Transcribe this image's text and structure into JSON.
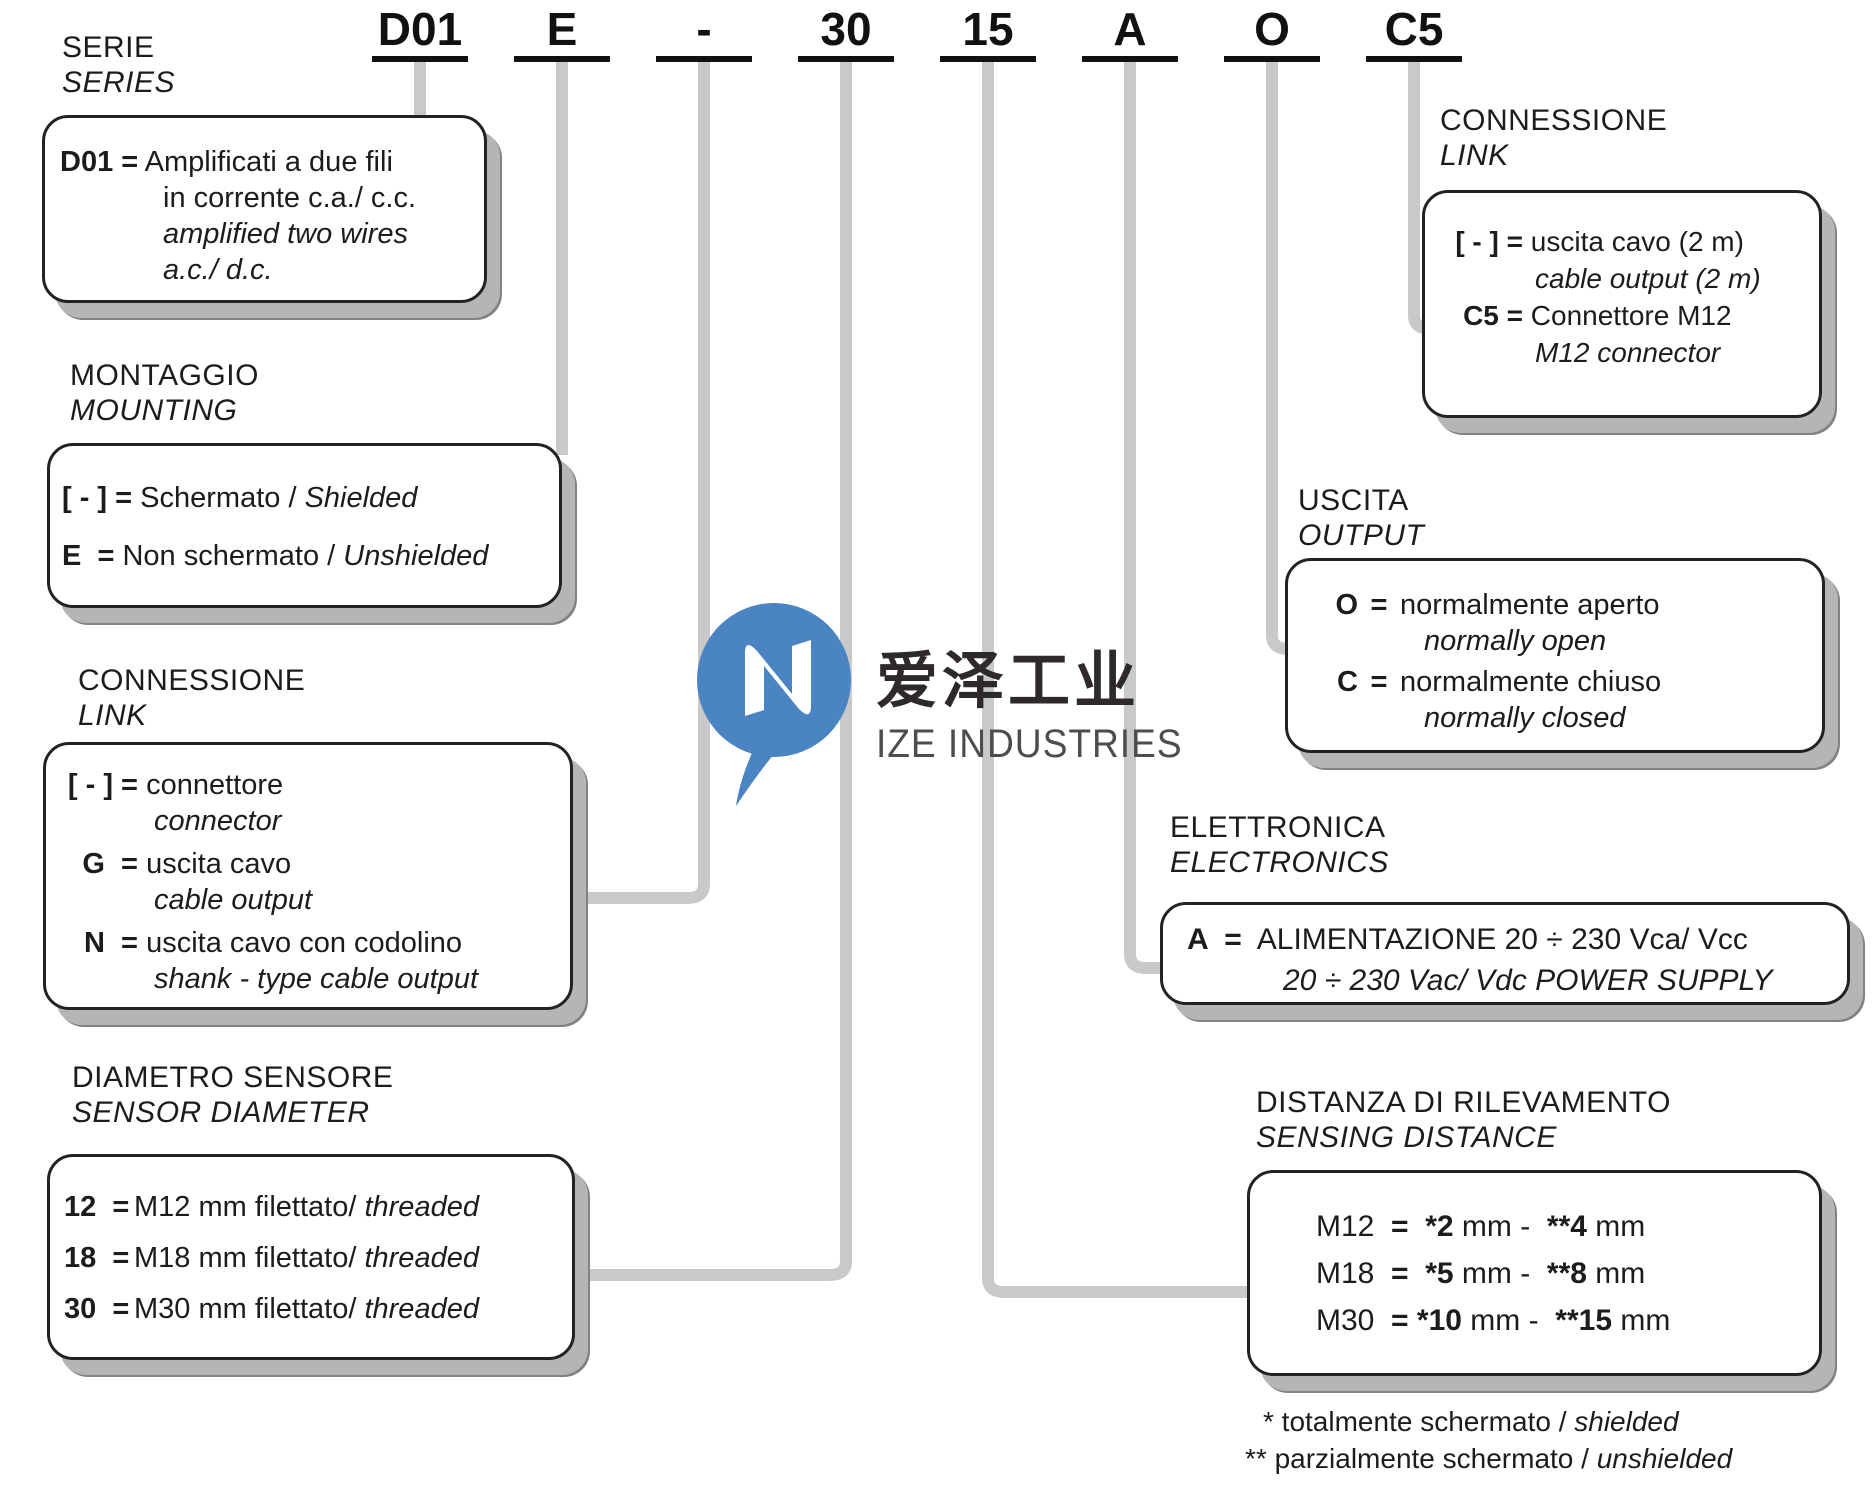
{
  "colors": {
    "line": "#c9c9c9",
    "ink": "#1c1c1c",
    "shadow": "#b5b5b5",
    "logo_blue": "#4a84c2"
  },
  "code_row": {
    "segments": [
      {
        "label": "D01"
      },
      {
        "label": "E"
      },
      {
        "label": "-"
      },
      {
        "label": "30"
      },
      {
        "label": "15"
      },
      {
        "label": "A"
      },
      {
        "label": "O"
      },
      {
        "label": "C5"
      }
    ]
  },
  "sections": {
    "serie": {
      "title": "SERIE",
      "subtitle": "SERIES",
      "box": {
        "key": "D01 =",
        "l1": "Amplificati a due fili",
        "l2": "in corrente c.a./ c.c.",
        "l3": "amplified two wires",
        "l4": "a.c./ d.c."
      }
    },
    "montaggio": {
      "title": "MONTAGGIO",
      "subtitle": "MOUNTING",
      "box": {
        "rows": [
          {
            "key": "[ - ] =",
            "text": "Schermato / ",
            "em": "Shielded"
          },
          {
            "key": "E  =",
            "text": "Non schermato / ",
            "em": "Unshielded"
          }
        ]
      }
    },
    "connessione_left": {
      "title": "CONNESSIONE",
      "subtitle": "LINK",
      "box": {
        "rows": [
          {
            "key": "[ - ] =",
            "text": "connettore",
            "sub": "connector"
          },
          {
            "key": "G  =",
            "text": " uscita cavo",
            "sub": "cable output"
          },
          {
            "key": "N  =",
            "text": "uscita cavo con  codolino",
            "sub": "shank - type cable output"
          }
        ]
      }
    },
    "diametro": {
      "title": "DIAMETRO SENSORE",
      "subtitle": "SENSOR DIAMETER",
      "box": {
        "rows": [
          {
            "key": "12  =",
            "text": "M12 mm filettato/ ",
            "em": "threaded"
          },
          {
            "key": "18  =",
            "text": "M18 mm filettato/ ",
            "em": "threaded"
          },
          {
            "key": "30  =",
            "text": "M30 mm filettato/ ",
            "em": "threaded"
          }
        ]
      }
    },
    "connessione_right": {
      "title": "CONNESSIONE",
      "subtitle": "LINK",
      "box": {
        "rows": [
          {
            "key": "[ - ] =",
            "text": "uscita cavo (2 m)",
            "sub": "cable output (2 m)"
          },
          {
            "key": "C5 =",
            "text": "Connettore M12",
            "sub": "M12 connector"
          }
        ]
      }
    },
    "uscita": {
      "title": "USCITA",
      "subtitle": "OUTPUT",
      "box": {
        "rows": [
          {
            "key": "O",
            "eq": "=",
            "text": "normalmente aperto",
            "sub": "normally open"
          },
          {
            "key": "C",
            "eq": "=",
            "text": "normalmente chiuso",
            "sub": "normally closed"
          }
        ]
      }
    },
    "elettronica": {
      "title": "ELETTRONICA",
      "subtitle": "ELECTRONICS",
      "box": {
        "key": "A  =",
        "text": " ALIMENTAZIONE 20 ÷ 230 Vca/ Vcc",
        "em": "20 ÷ 230 Vac/ Vdc POWER SUPPLY"
      }
    },
    "distanza": {
      "title": "DISTANZA DI RILEVAMENTO",
      "subtitle": "SENSING DISTANCE",
      "box": {
        "rows": [
          {
            "label": "M12",
            "eq": "=",
            "v1": "*2",
            "t1": " mm - ",
            "v2": "**4",
            "t2": " mm"
          },
          {
            "label": "M18",
            "eq": "=",
            "v1": "*5",
            "t1": " mm - ",
            "v2": "**8",
            "t2": " mm"
          },
          {
            "label": "M30",
            "eq": "=",
            "v1": "*10",
            "t1": " mm - ",
            "v2": "**15",
            "t2": " mm"
          }
        ]
      }
    }
  },
  "footnotes": [
    {
      "text": "* totalmente schermato / ",
      "em": "shielded"
    },
    {
      "text": "** parzialmente schermato / ",
      "em": "unshielded"
    }
  ],
  "watermark": {
    "cjk": "爱泽工业",
    "latin": "IZE INDUSTRIES"
  }
}
